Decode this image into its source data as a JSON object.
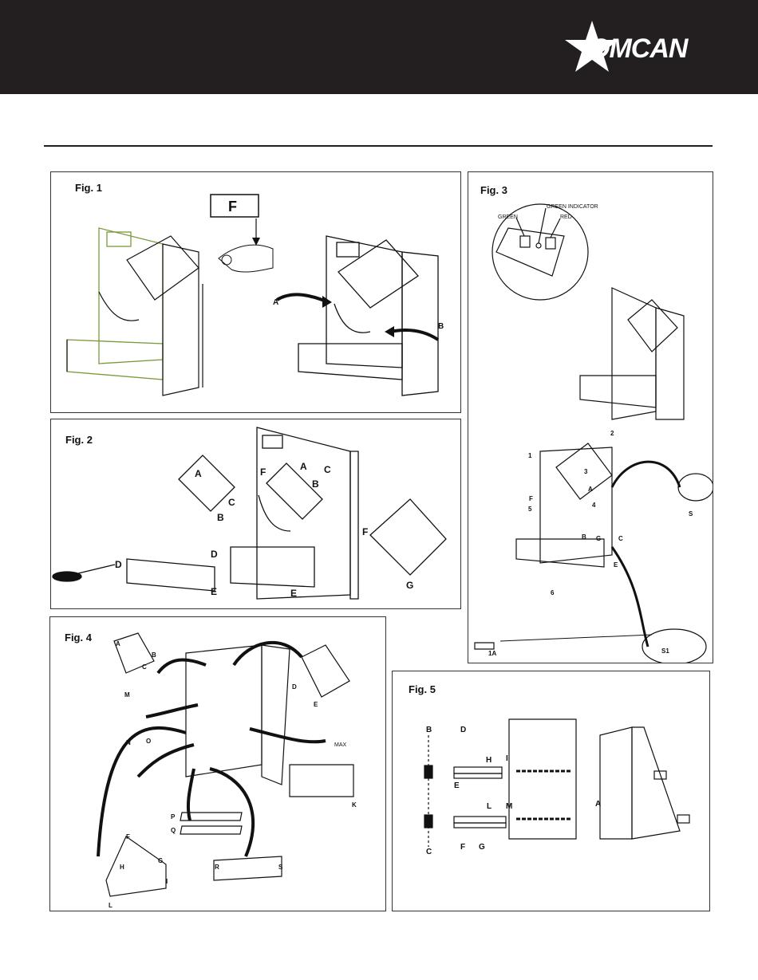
{
  "brand": {
    "logo_text": "OMCAN"
  },
  "figures": {
    "fig1": {
      "title": "Fig. 1",
      "callout": "F",
      "labels": [
        "A",
        "B"
      ]
    },
    "fig2": {
      "title": "Fig. 2",
      "labels": [
        "A",
        "B",
        "C",
        "D",
        "E",
        "F",
        "G"
      ]
    },
    "fig3": {
      "title": "Fig. 3",
      "indicator_labels": {
        "green": "GREEN",
        "green_indicator": "GREEN INDICATOR",
        "red": "RED"
      },
      "labels": [
        "1",
        "2",
        "3",
        "4",
        "5",
        "6",
        "A",
        "B",
        "C",
        "E",
        "F",
        "G",
        "S",
        "S1",
        "1A"
      ]
    },
    "fig4": {
      "title": "Fig. 4",
      "labels": [
        "A",
        "B",
        "C",
        "D",
        "E",
        "F",
        "G",
        "H",
        "I",
        "K",
        "L",
        "M",
        "N",
        "O",
        "P",
        "Q",
        "R",
        "S"
      ],
      "max_label": "MAX"
    },
    "fig5": {
      "title": "Fig. 5",
      "labels": [
        "A",
        "B",
        "C",
        "D",
        "E",
        "F",
        "G",
        "H",
        "I",
        "L",
        "M"
      ]
    }
  },
  "colors": {
    "header_bg": "#231f20",
    "logo": "#ffffff",
    "fig1_highlight": "#7a9a3a"
  }
}
